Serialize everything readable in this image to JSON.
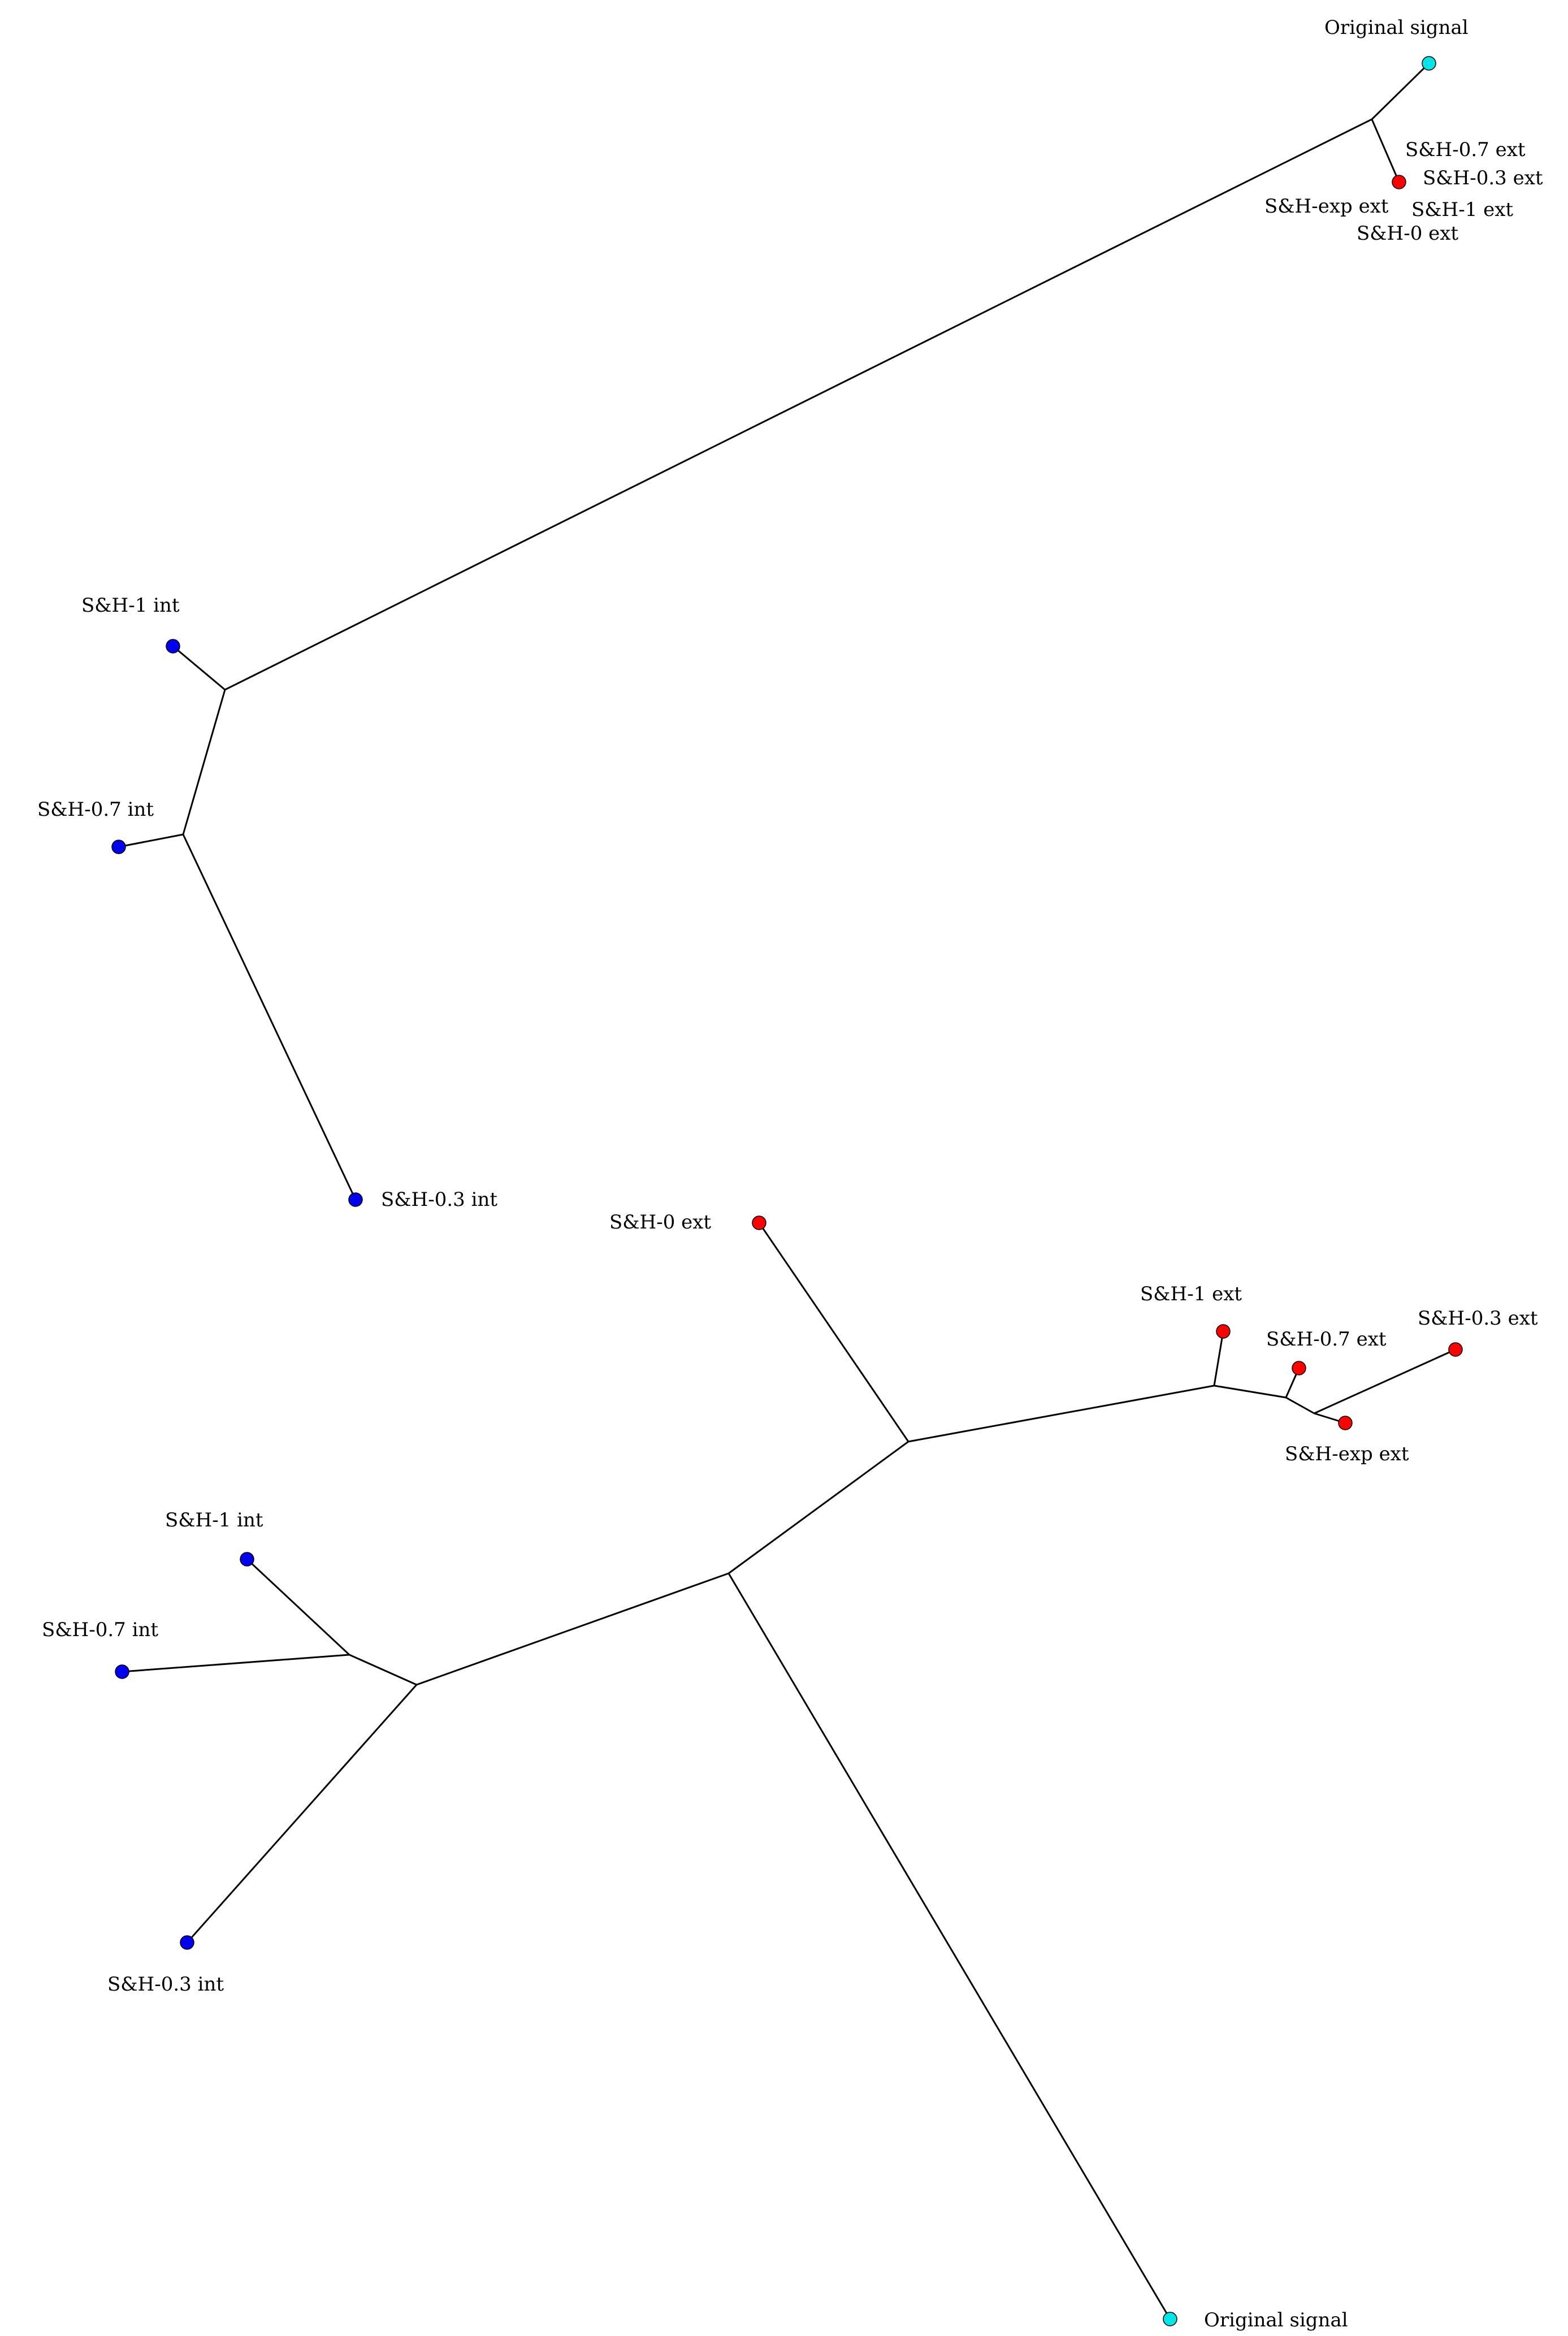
{
  "colors": {
    "original": "#00e5e5",
    "external": "#ff0000",
    "internal": "#0000ee",
    "edge": "#000000",
    "background": "#ffffff"
  },
  "labels": {
    "original_signal": "Original signal",
    "sh_07_ext": "S&H-0.7 ext",
    "sh_03_ext": "S&H-0.3 ext",
    "sh_exp_ext": "S&H-exp ext",
    "sh_1_ext": "S&H-1 ext",
    "sh_0_ext": "S&H-0 ext",
    "sh_1_int": "S&H-1 int",
    "sh_07_int": "S&H-0.7 int",
    "sh_03_int": "S&H-0.3 int"
  },
  "trees": [
    {
      "leaves": [
        {
          "label_key": "original_signal",
          "group": "original"
        },
        {
          "label_key": "sh_07_ext",
          "group": "external"
        },
        {
          "label_key": "sh_03_ext",
          "group": "external"
        },
        {
          "label_key": "sh_exp_ext",
          "group": "external"
        },
        {
          "label_key": "sh_1_ext",
          "group": "external"
        },
        {
          "label_key": "sh_0_ext",
          "group": "external"
        },
        {
          "label_key": "sh_1_int",
          "group": "internal"
        },
        {
          "label_key": "sh_07_int",
          "group": "internal"
        },
        {
          "label_key": "sh_03_int",
          "group": "internal"
        }
      ]
    },
    {
      "leaves": [
        {
          "label_key": "sh_0_ext",
          "group": "external"
        },
        {
          "label_key": "sh_1_ext",
          "group": "external"
        },
        {
          "label_key": "sh_07_ext",
          "group": "external"
        },
        {
          "label_key": "sh_03_ext",
          "group": "external"
        },
        {
          "label_key": "sh_exp_ext",
          "group": "external"
        },
        {
          "label_key": "sh_1_int",
          "group": "internal"
        },
        {
          "label_key": "sh_07_int",
          "group": "internal"
        },
        {
          "label_key": "sh_03_int",
          "group": "internal"
        },
        {
          "label_key": "original_signal",
          "group": "original"
        }
      ]
    }
  ]
}
